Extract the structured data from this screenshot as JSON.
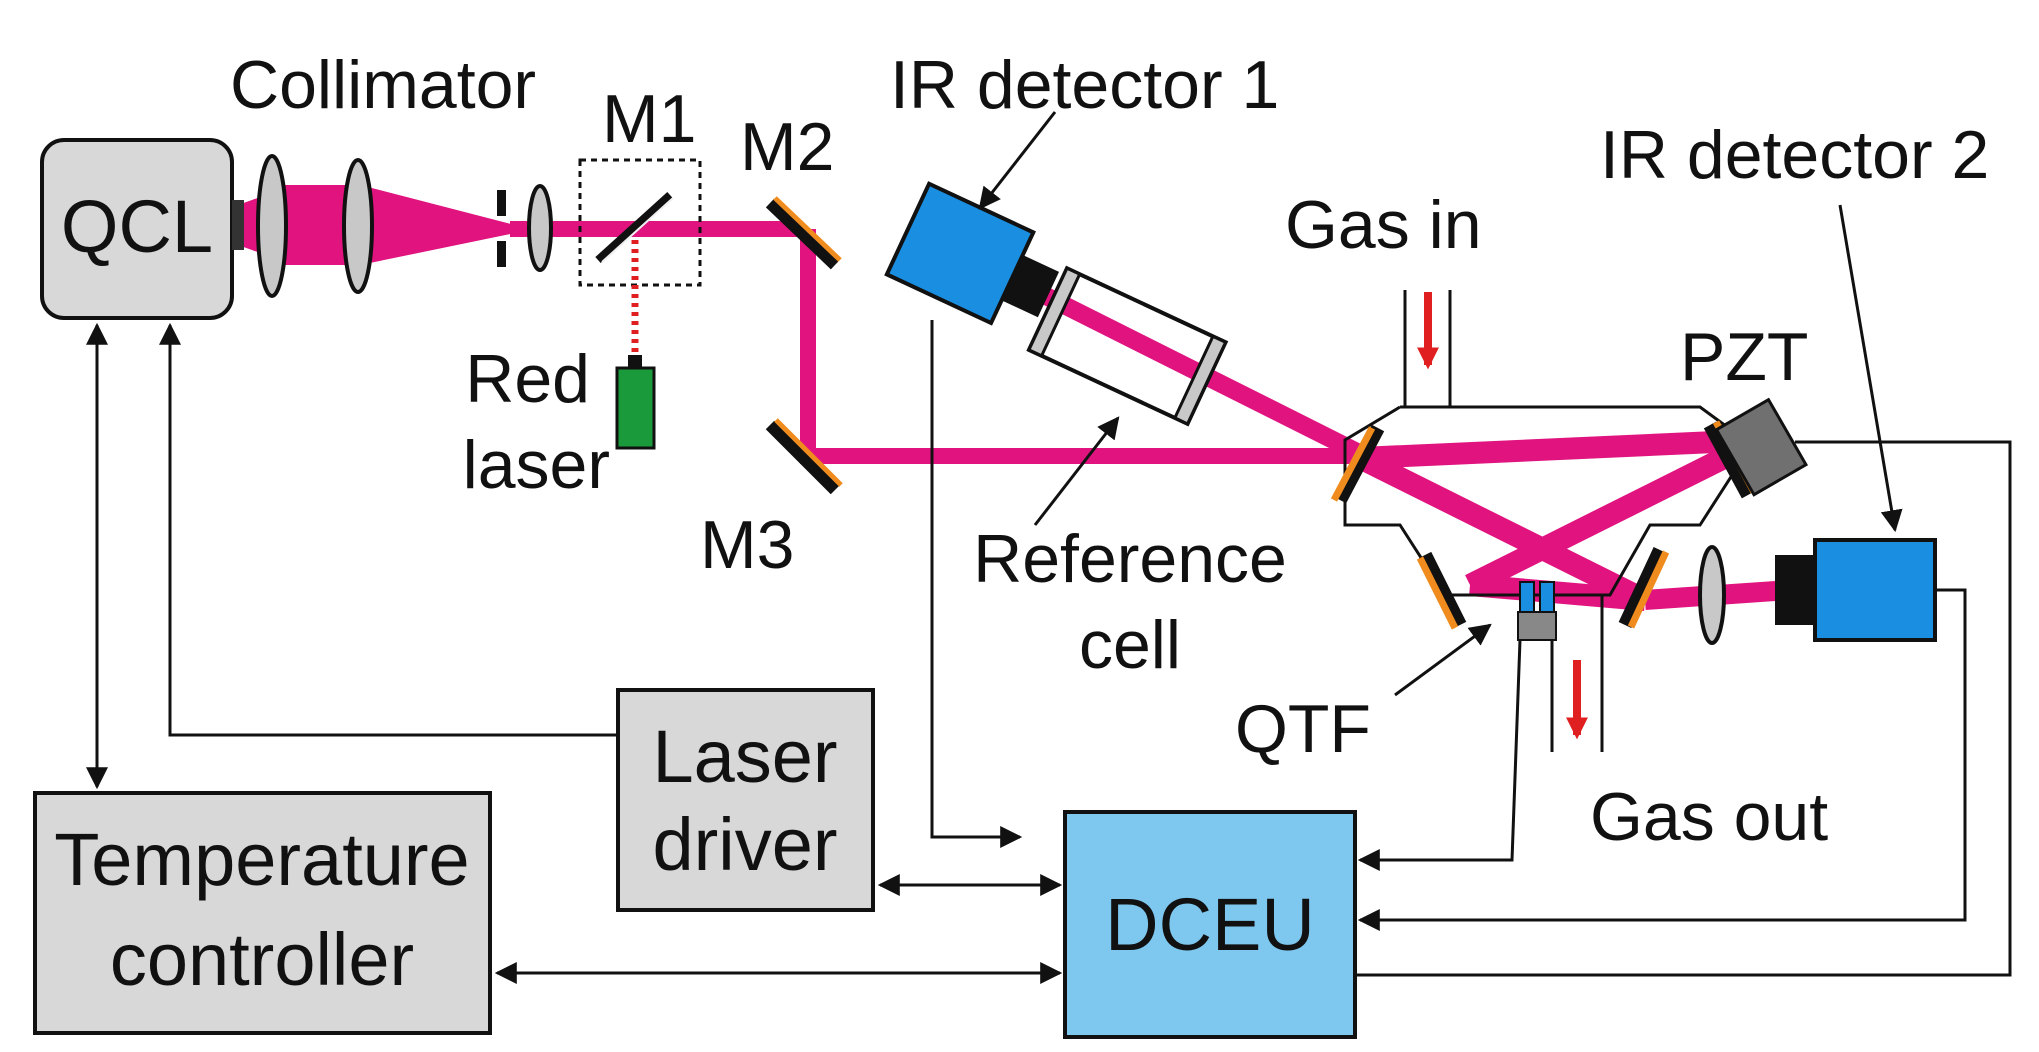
{
  "diagram": {
    "labels": {
      "qcl": "QCL",
      "collimator": "Collimator",
      "m1": "M1",
      "m2": "M2",
      "m3": "M3",
      "red_laser_line1": "Red",
      "red_laser_line2": "laser",
      "ir_detector_1": "IR detector 1",
      "ir_detector_2": "IR detector 2",
      "gas_in": "Gas in",
      "gas_out": "Gas out",
      "pzt": "PZT",
      "reference_cell_line1": "Reference",
      "reference_cell_line2": "cell",
      "qtf": "QTF",
      "laser_driver_line1": "Laser",
      "laser_driver_line2": "driver",
      "temperature_controller_line1": "Temperature",
      "temperature_controller_line2": "controller",
      "dceu": "DCEU"
    },
    "colors": {
      "beam": "#e0137f",
      "red_laser_beam": "#e02020",
      "red_laser_body": "#1a9a3a",
      "detector": "#1a8ee0",
      "dceu_box": "#7ec8f0",
      "gray_box": "#d8d8d8",
      "mirror_orange": "#f08c1e",
      "pzt": "#707070",
      "gas_arrow": "#e02020",
      "line": "#111111"
    }
  }
}
